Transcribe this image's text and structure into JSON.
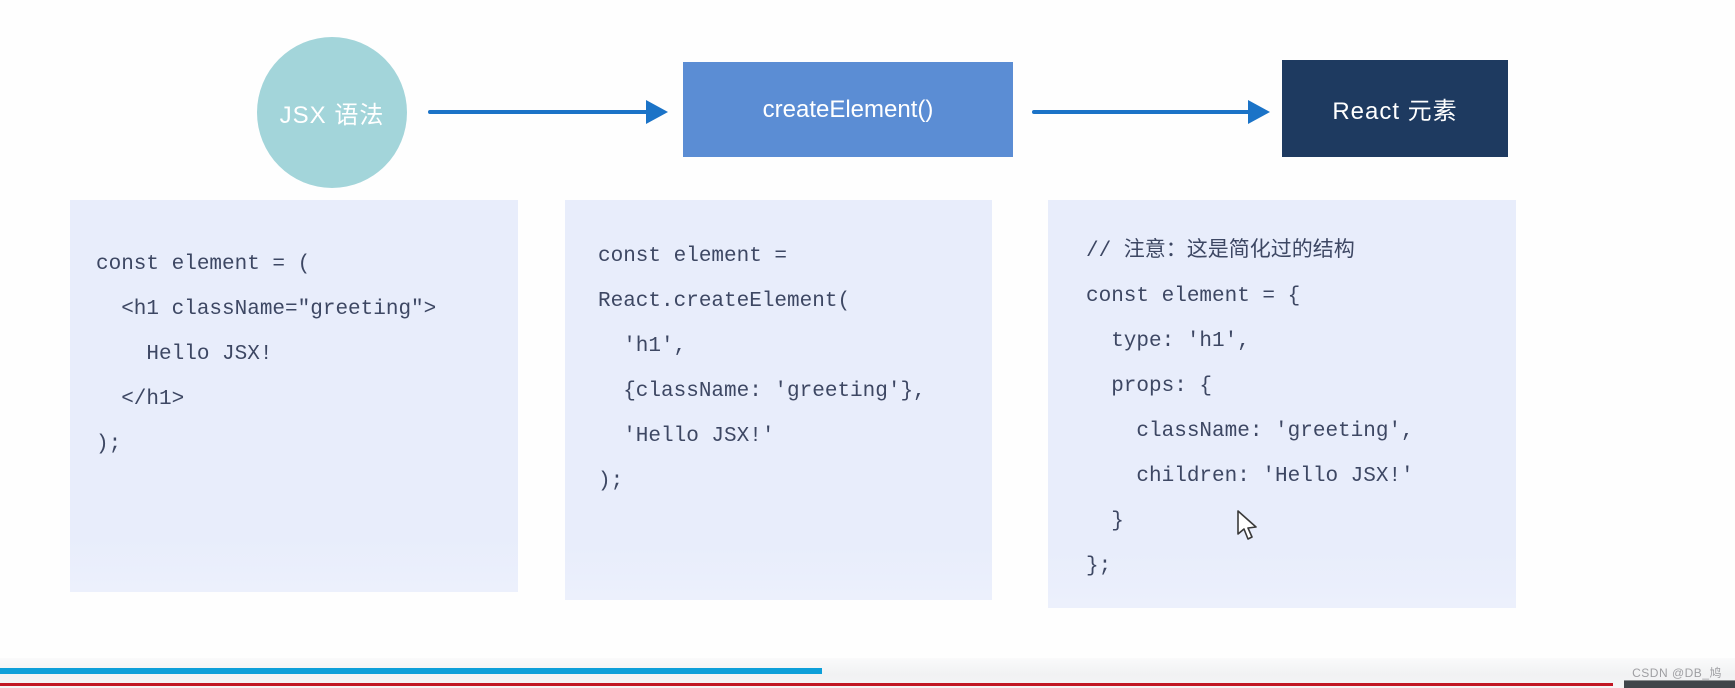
{
  "diagram": {
    "nodes": [
      {
        "id": "jsx-syntax",
        "shape": "circle",
        "label": "JSX 语法"
      },
      {
        "id": "create-element",
        "shape": "rect",
        "label": "createElement()"
      },
      {
        "id": "react-element",
        "shape": "rect-dark",
        "label": "React 元素"
      }
    ]
  },
  "code_blocks": [
    {
      "id": "jsx-code",
      "lines": [
        "const element = (",
        "  <h1 className=\"greeting\">",
        "    Hello JSX!",
        "  </h1>",
        ");"
      ]
    },
    {
      "id": "create-element-code",
      "lines": [
        "const element =",
        "React.createElement(",
        "  'h1',",
        "  {className: 'greeting'},",
        "  'Hello JSX!'",
        ");"
      ]
    },
    {
      "id": "react-element-code",
      "lines": [
        "// 注意：这是简化过的结构",
        "const element = {",
        "  type: 'h1',",
        "  props: {",
        "    className: 'greeting',",
        "    children: 'Hello JSX!'",
        "  }",
        "};"
      ]
    }
  ],
  "footer": {
    "watermark": "CSDN @DB_鸠"
  },
  "colors": {
    "circle_bg": "#a3d5da",
    "mid_box_bg": "#5b8dd4",
    "dark_box_bg": "#1e3a60",
    "arrow": "#1b73c7",
    "code_bg": "#e8edfb",
    "code_text": "#3d4763",
    "progress_cyan": "#0d9fd9",
    "progress_red": "#c11622",
    "scrubber_dark": "#40454a",
    "watermark_text": "#9e9ea2"
  }
}
